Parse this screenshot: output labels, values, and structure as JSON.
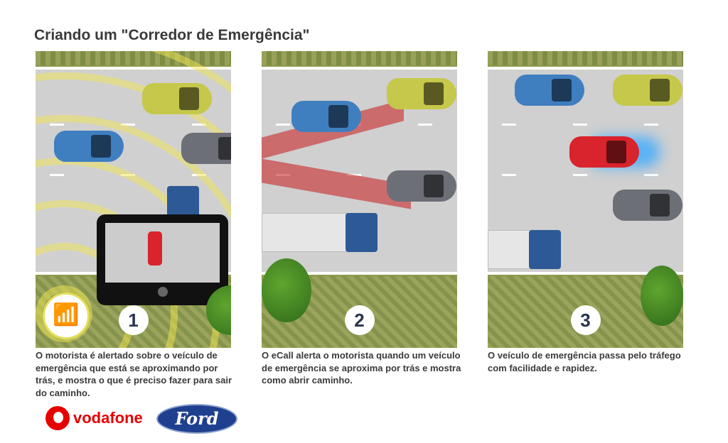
{
  "title": "Criando um \"Corredor de Emergência\"",
  "steps": [
    {
      "number": "1",
      "caption": "O motorista é alertado sobre o veículo de emergência que está se aproximando por trás, e mostra o que é preciso fazer para sair do caminho."
    },
    {
      "number": "2",
      "caption": "O eCall alerta o motorista quando um veículo de emergência se aproxima por trás e mostra como abrir caminho."
    },
    {
      "number": "3",
      "caption": "O veículo de emergência passa pelo tráfego com facilidade e rapidez."
    }
  ],
  "logos": {
    "vodafone": "vodafone",
    "ford": "Ford"
  },
  "colors": {
    "vodafone_red": "#e60000",
    "ford_blue": "#1f3f8f",
    "emergency_red": "#d9232d"
  }
}
